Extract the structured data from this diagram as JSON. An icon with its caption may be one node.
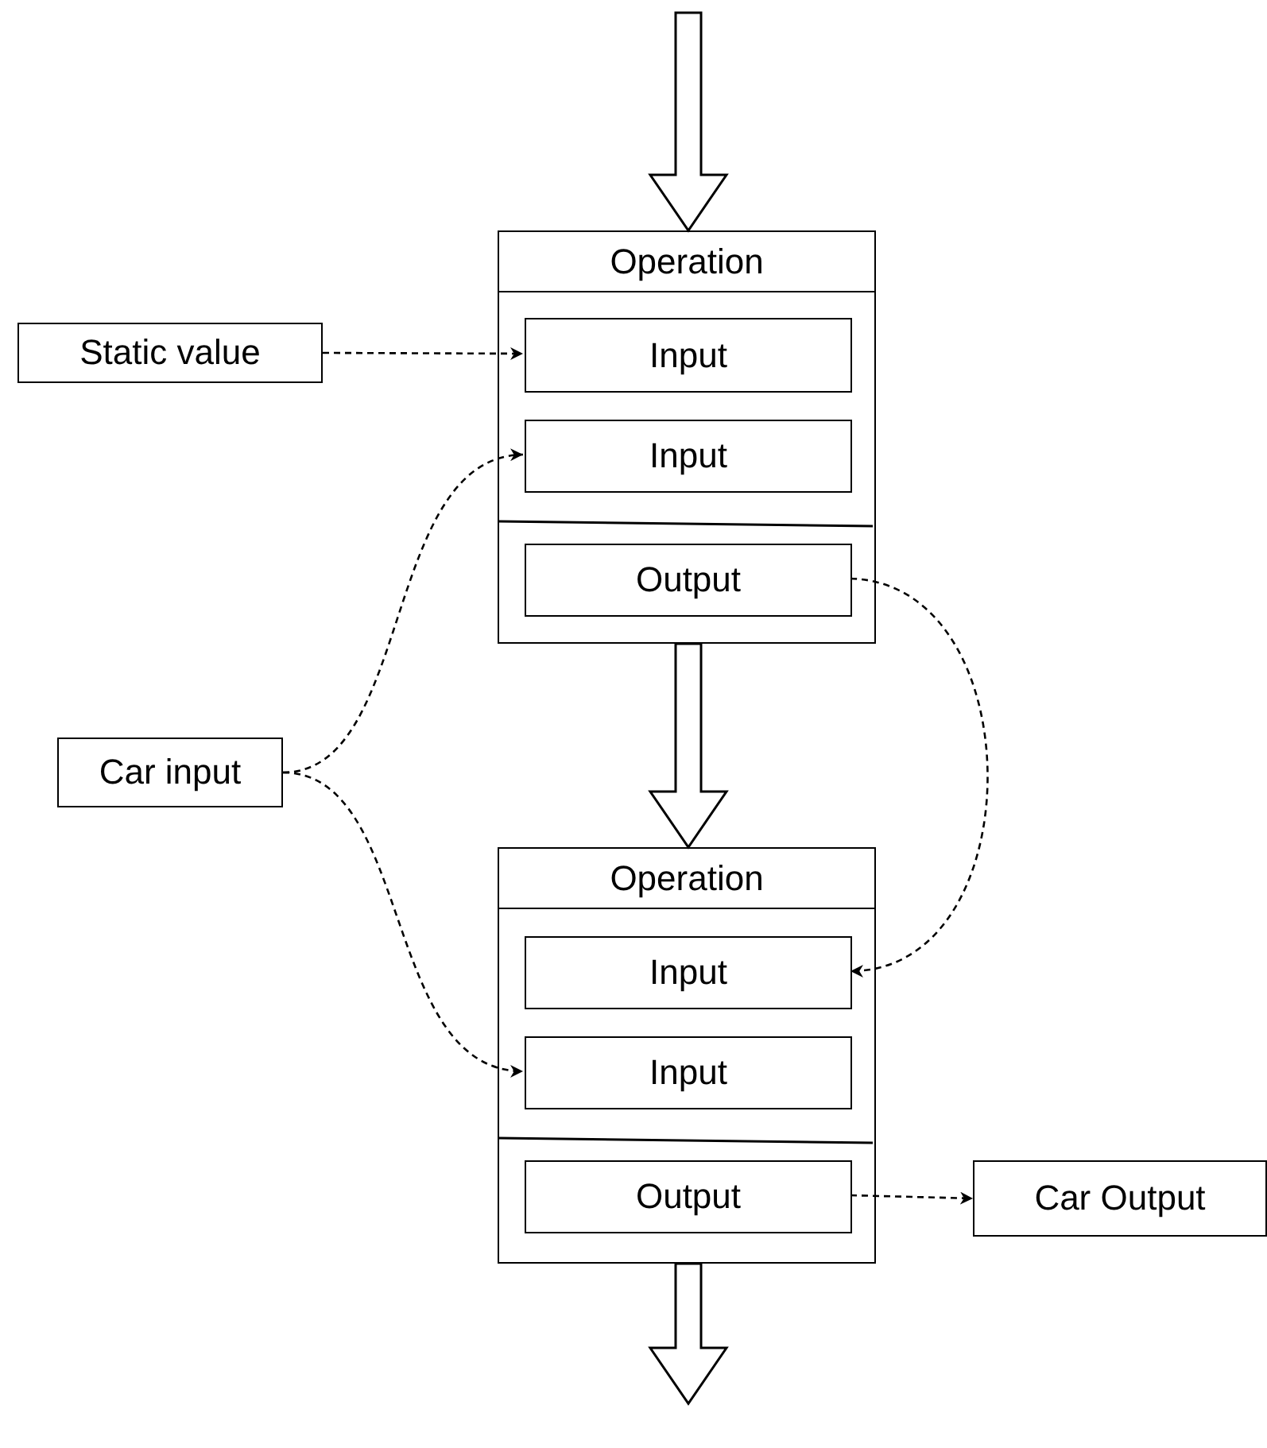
{
  "diagram": {
    "nodes": [
      {
        "text": [
          "Operation"
        ]
      },
      {
        "text": [
          "Input"
        ],
        "in": 0
      },
      {
        "text": [
          "Input"
        ],
        "in": 0
      },
      {
        "text": [
          "Output"
        ],
        "in": 0
      },
      {
        "text": [
          "Operation"
        ]
      },
      {
        "text": [
          "Input"
        ],
        "in": 4
      },
      {
        "text": [
          "Input"
        ],
        "in": 4
      },
      {
        "text": [
          "Output"
        ],
        "in": 4
      },
      {
        "text": [
          "Static value"
        ]
      },
      {
        "text": [
          "Car input"
        ]
      },
      {
        "text": [
          "Car Output"
        ]
      }
    ],
    "edges": [
      {
        "from": null,
        "to": 0,
        "arrow": "to",
        "style": "thick"
      },
      {
        "from": 0,
        "to": 4,
        "arrow": "to",
        "style": "thick"
      },
      {
        "from": 4,
        "to": null,
        "arrow": "to",
        "style": "thick"
      },
      {
        "from": 8,
        "to": 1,
        "arrow": "to",
        "style": "dashed"
      },
      {
        "from": 9,
        "to": 2,
        "arrow": "to",
        "style": "dashed"
      },
      {
        "from": 3,
        "to": 5,
        "arrow": "to",
        "style": "dashed"
      },
      {
        "from": 9,
        "to": 6,
        "arrow": "to",
        "style": "dashed"
      },
      {
        "from": 7,
        "to": 10,
        "arrow": "to",
        "style": "dashed"
      }
    ]
  }
}
